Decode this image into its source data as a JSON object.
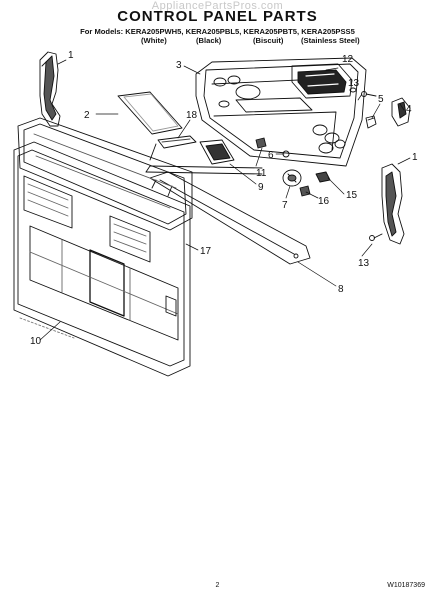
{
  "header": {
    "watermark": "AppliancePartsPros.com",
    "title": "CONTROL PANEL PARTS",
    "models_line": "For Models: KERA205PWH5, KERA205PBL5, KERA205PBT5, KERA205PSS5",
    "variants": [
      "(White)",
      "(Black)",
      "(Biscuit)",
      "(Stainless Steel)"
    ]
  },
  "callouts": [
    "1",
    "2",
    "3",
    "4",
    "5",
    "6",
    "7",
    "8",
    "9",
    "10",
    "11",
    "12",
    "13",
    "15",
    "16",
    "17",
    "18",
    "1",
    "13"
  ],
  "footer": {
    "page_number": "2",
    "doc_number": "W10187369"
  }
}
